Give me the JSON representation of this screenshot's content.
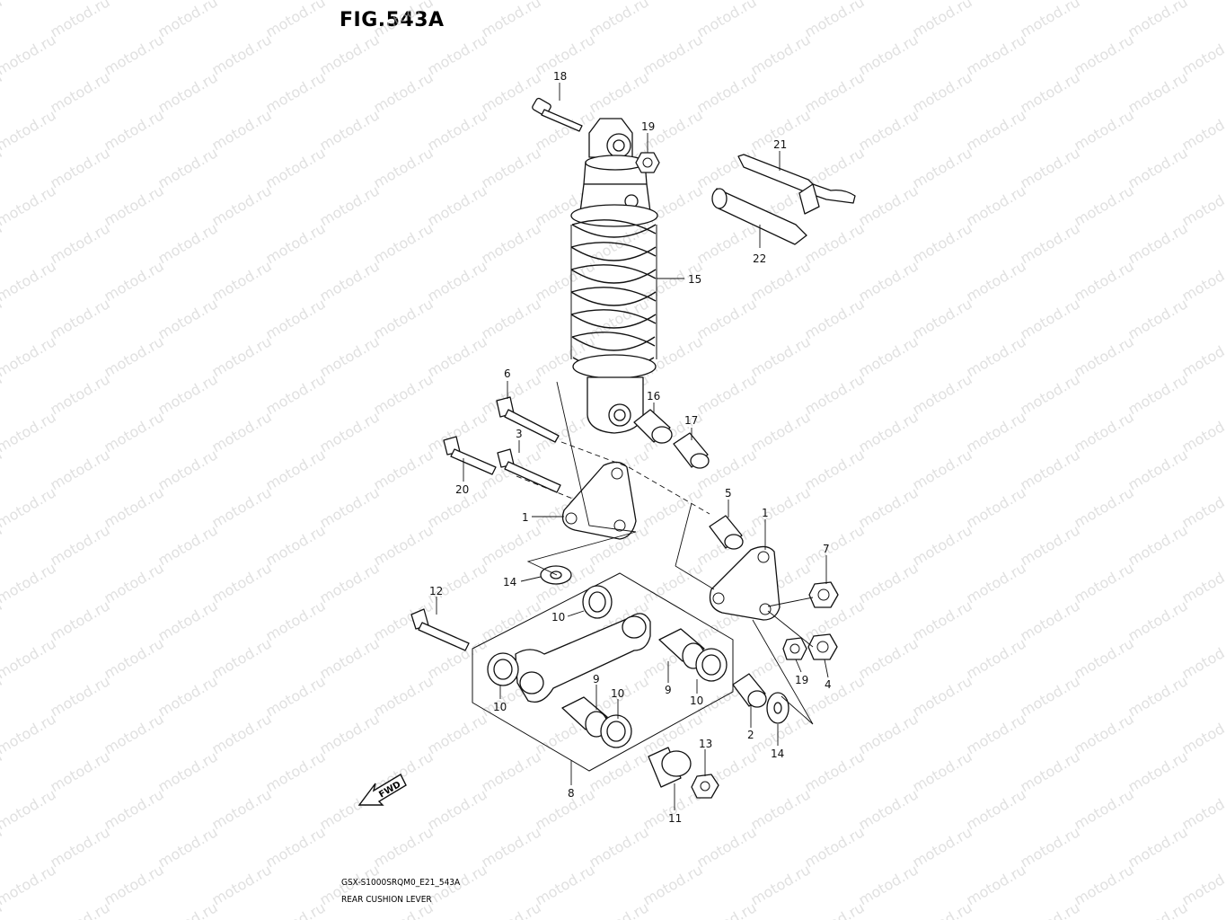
{
  "figure": {
    "title": "FIG.543A",
    "model_code": "GSX-S1000SRQM0_E21_543A",
    "section_name": "REAR CUSHION LEVER"
  },
  "watermark": "motod.ru",
  "fwd_label": "FWD",
  "callouts": [
    {
      "id": "c18",
      "label": "18"
    },
    {
      "id": "c19a",
      "label": "19"
    },
    {
      "id": "c21",
      "label": "21"
    },
    {
      "id": "c22",
      "label": "22"
    },
    {
      "id": "c15",
      "label": "15"
    },
    {
      "id": "c6",
      "label": "6"
    },
    {
      "id": "c16",
      "label": "16"
    },
    {
      "id": "c17",
      "label": "17"
    },
    {
      "id": "c3",
      "label": "3"
    },
    {
      "id": "c20",
      "label": "20"
    },
    {
      "id": "c5",
      "label": "5"
    },
    {
      "id": "c1a",
      "label": "1"
    },
    {
      "id": "c1b",
      "label": "1"
    },
    {
      "id": "c7",
      "label": "7"
    },
    {
      "id": "c14a",
      "label": "14"
    },
    {
      "id": "c12",
      "label": "12"
    },
    {
      "id": "c10a",
      "label": "10"
    },
    {
      "id": "c9a",
      "label": "9"
    },
    {
      "id": "c10b",
      "label": "10"
    },
    {
      "id": "c9b",
      "label": "9"
    },
    {
      "id": "c10c",
      "label": "10"
    },
    {
      "id": "c10d",
      "label": "10"
    },
    {
      "id": "c19b",
      "label": "19"
    },
    {
      "id": "c4",
      "label": "4"
    },
    {
      "id": "c2",
      "label": "2"
    },
    {
      "id": "c14b",
      "label": "14"
    },
    {
      "id": "c13",
      "label": "13"
    },
    {
      "id": "c8",
      "label": "8"
    },
    {
      "id": "c11",
      "label": "11"
    }
  ]
}
